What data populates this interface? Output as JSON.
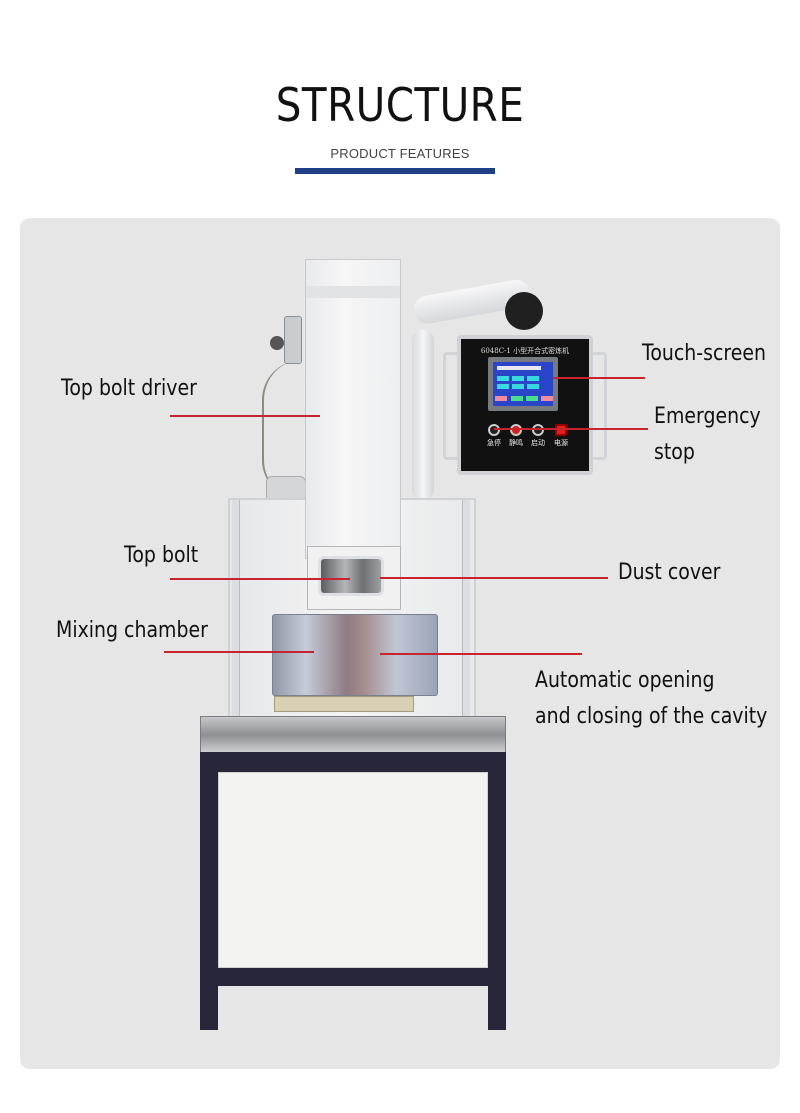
{
  "header": {
    "title": "STRUCTURE",
    "subtitle": "PRODUCT FEATURES",
    "accent_color": "#1f3f86"
  },
  "panel": {
    "background": "#e6e6e6"
  },
  "machine": {
    "control_box": {
      "title": "6048C-1 小型开合式密炼机",
      "buttons": [
        "急停",
        "静鸣",
        "启动",
        "电源"
      ]
    }
  },
  "callouts": {
    "line_color": "#c8242f",
    "items": [
      {
        "id": "top-bolt-driver",
        "label": "Top bolt driver"
      },
      {
        "id": "touch-screen",
        "label": "Touch-screen"
      },
      {
        "id": "emergency-stop",
        "label_line1": "Emergency",
        "label_line2": "stop"
      },
      {
        "id": "top-bolt",
        "label": "Top bolt"
      },
      {
        "id": "dust-cover",
        "label": "Dust cover"
      },
      {
        "id": "mixing-chamber",
        "label": "Mixing chamber"
      },
      {
        "id": "automatic-opening",
        "label_line1": "Automatic opening",
        "label_line2": "and closing of the cavity"
      }
    ]
  }
}
